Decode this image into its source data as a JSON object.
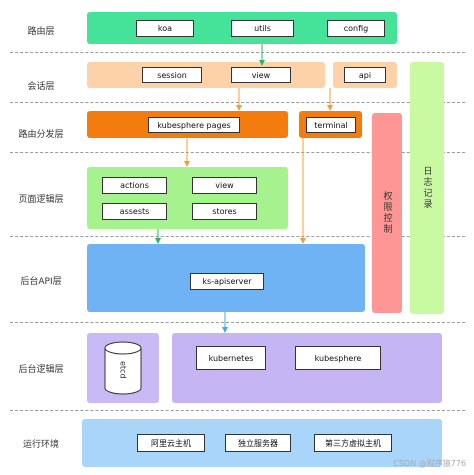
{
  "layers": {
    "routing": "路由层",
    "session": "会话层",
    "dispatch": "路由分发层",
    "page_logic": "页面逻辑层",
    "backend_api": "后台API层",
    "backend_logic": "后台逻辑层",
    "runtime": "运行环境"
  },
  "boxes": {
    "koa": "koa",
    "utils": "utils",
    "config": "config",
    "session": "session",
    "view": "view",
    "api": "api",
    "kubesphere_pages": "kubesphere pages",
    "terminal": "terminal",
    "actions": "actions",
    "page_view": "view",
    "assests": "assests",
    "stores": "stores",
    "ks_apiserver": "ks-apiserver",
    "etcd": "etcd",
    "kubernetes": "kubernetes",
    "kubesphere": "kubesphere",
    "aliyun": "阿里云主机",
    "standalone": "独立服务器",
    "third_party_vm": "第三方虚拟主机"
  },
  "side_panels": {
    "permission": "权限控制",
    "logging": "日志记录"
  },
  "watermark": "CSDN @程序猿776",
  "colors": {
    "routing": "#45e39a",
    "session": "#fdd2a8",
    "dispatch": "#f47c0f",
    "page_logic": "#a5f28e",
    "backend_api": "#6fb3f5",
    "backend_logic": "#c5b5f5",
    "etcd": "#c9baf6",
    "runtime": "#a9d5fa",
    "permission": "#ff9696",
    "logging": "#c9f9a0"
  }
}
